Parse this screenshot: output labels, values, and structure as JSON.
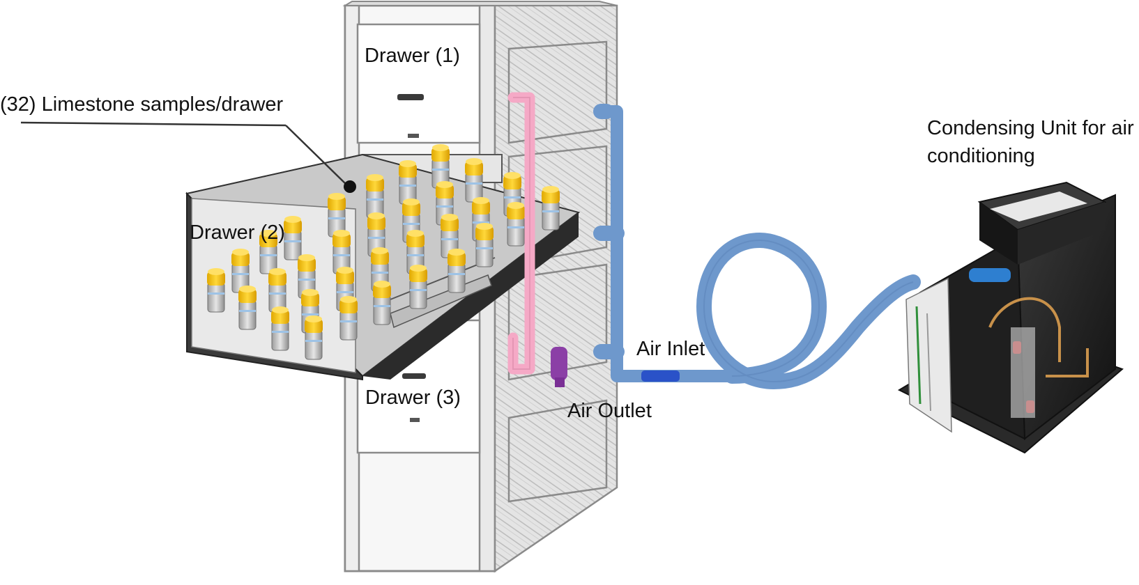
{
  "labels": {
    "drawer1": "Drawer (1)",
    "samples": "(32) Limestone samples/drawer",
    "drawer2": "Drawer (2)",
    "drawer3": "Drawer (3)",
    "air_inlet": "Air Inlet",
    "air_outlet": "Air Outlet",
    "condensing_unit": "Condensing Unit for air conditioning"
  },
  "colors": {
    "cabinet_line": "#8a8a8a",
    "cabinet_fill": "#f4f4f4",
    "cabinet_side": "#d9d9d9",
    "drawer_tray": "#3a3a3a",
    "sample_cap": "#f2c200",
    "sample_body": "#c9c9c9",
    "pink_duct": "#f5a9c6",
    "blue_duct": "#6e98cc",
    "purple_valve": "#8b3fa6",
    "unit_body": "#1d1d1d"
  }
}
